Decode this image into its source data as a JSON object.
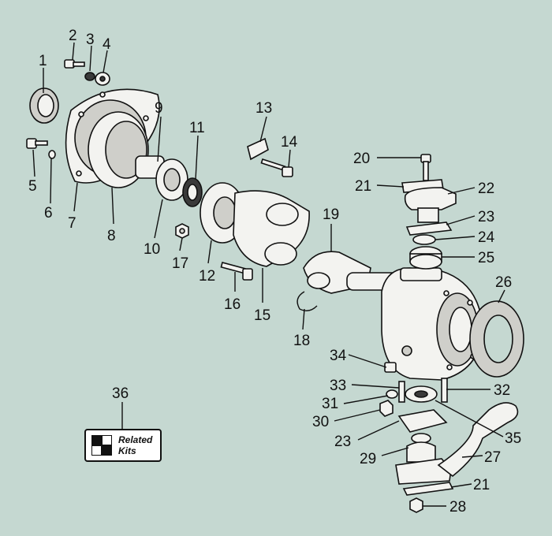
{
  "labels": [
    "1",
    "2",
    "3",
    "4",
    "5",
    "6",
    "7",
    "8",
    "9",
    "10",
    "11",
    "12",
    "13",
    "14",
    "15",
    "16",
    "17",
    "18",
    "19",
    "20",
    "21",
    "22",
    "23",
    "24",
    "25",
    "26",
    "27",
    "28",
    "29",
    "30",
    "31",
    "32",
    "33",
    "34",
    "35",
    "36"
  ],
  "related_kits": {
    "line1": "Related",
    "line2": "Kits"
  },
  "colors": {
    "background": "#c5d8d1",
    "ink": "#111111",
    "part_fill": "#f3f3f0"
  }
}
